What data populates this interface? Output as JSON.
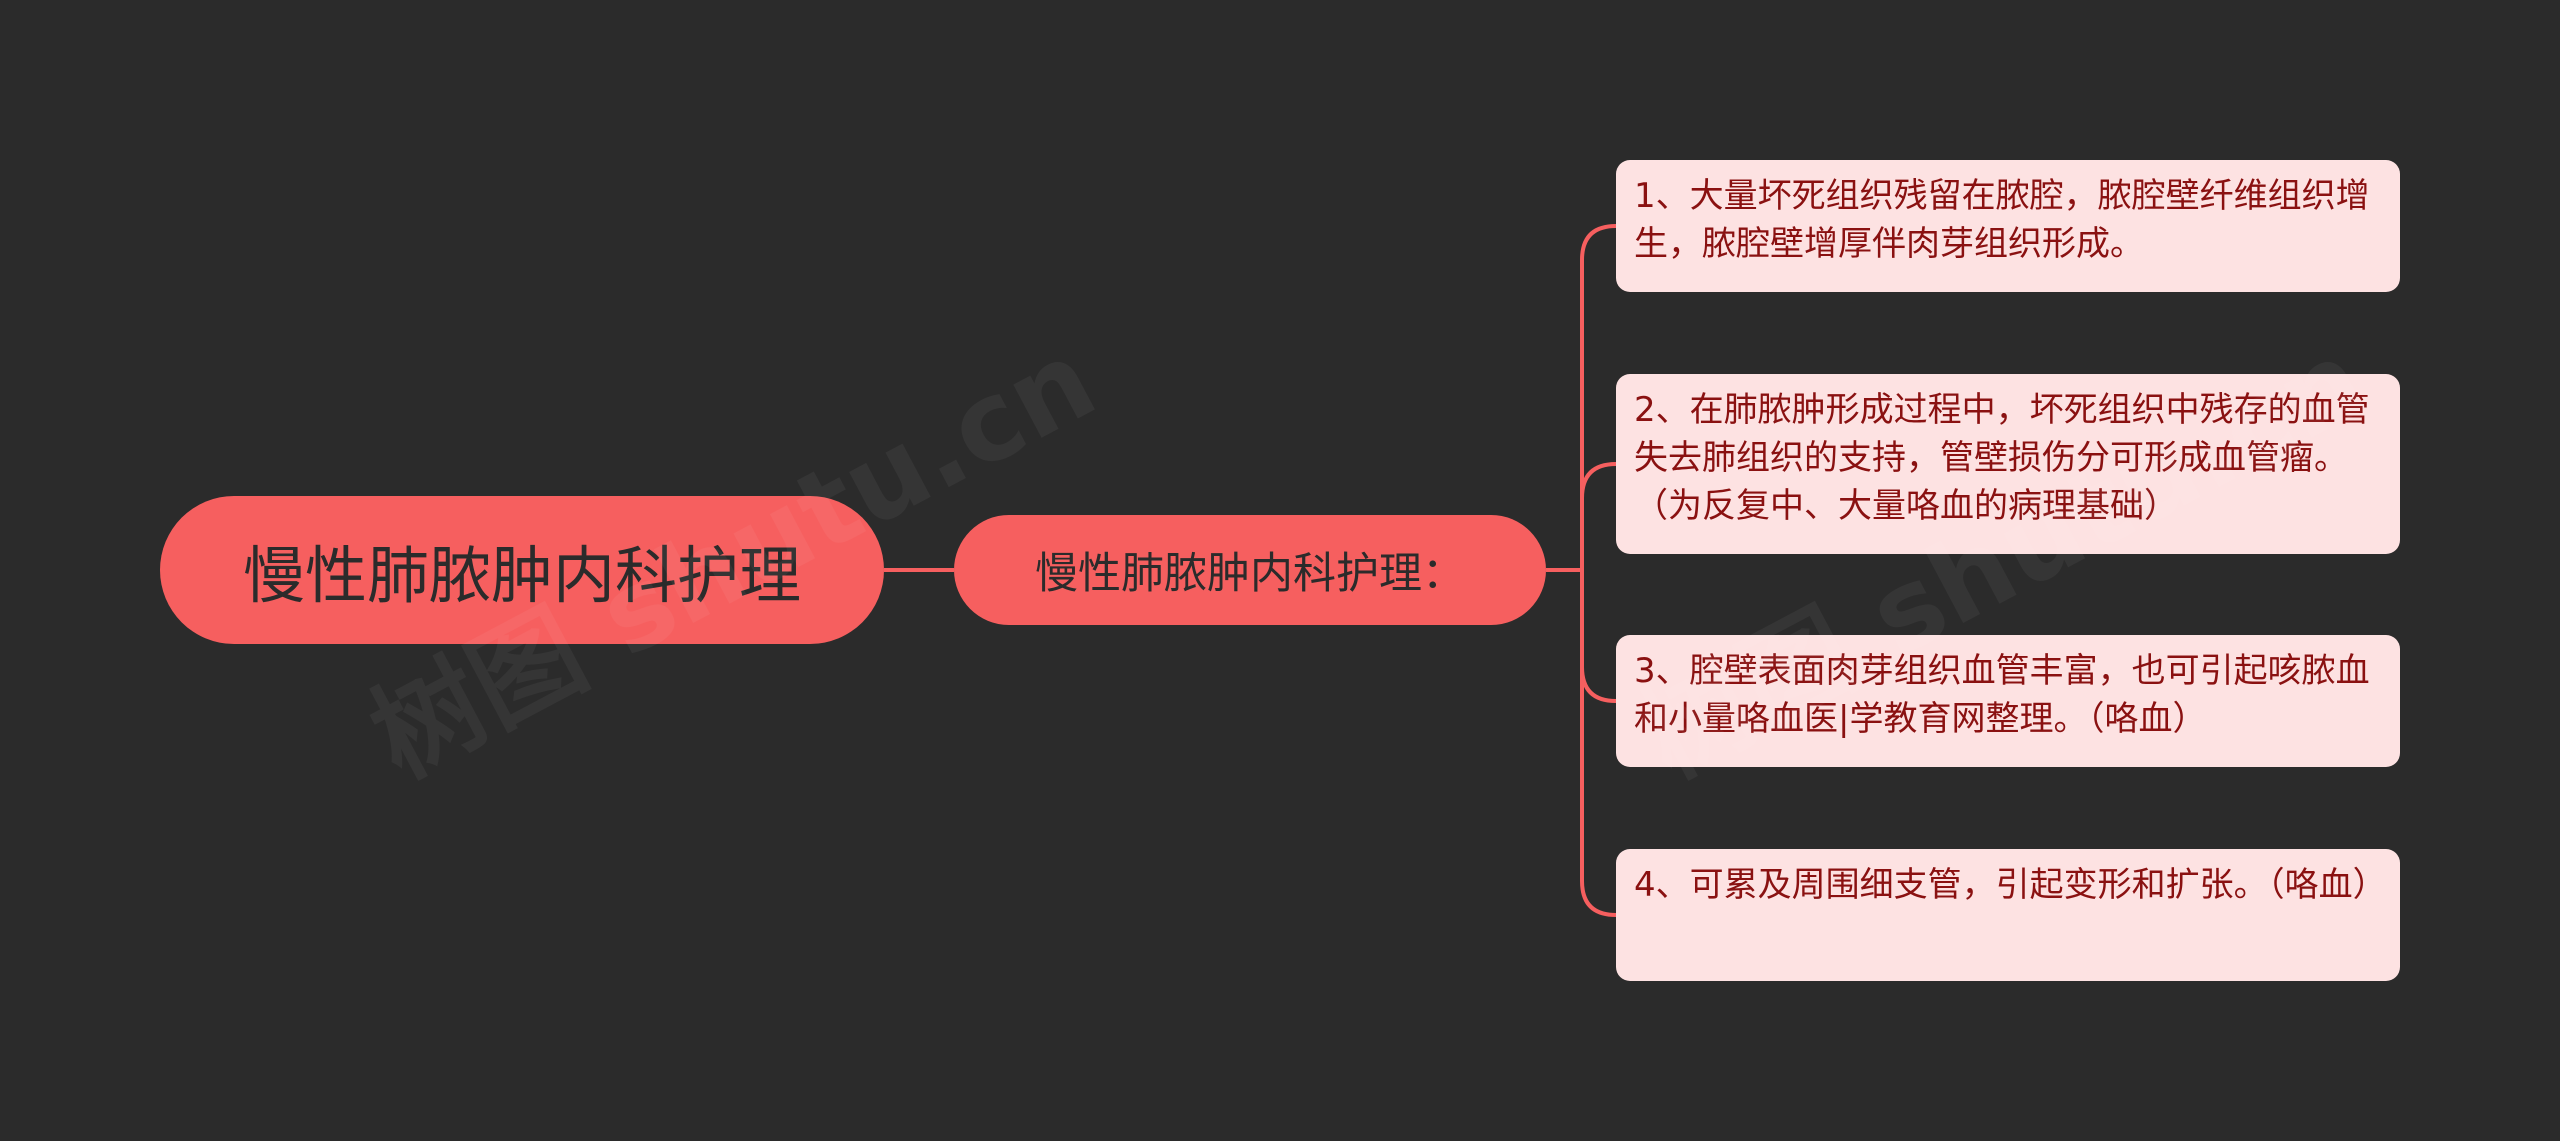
{
  "root": {
    "label": "慢性肺脓肿内科护理"
  },
  "branch": {
    "label": "慢性肺脓肿内科护理："
  },
  "leaves": [
    {
      "text": "1、大量坏死组织残留在脓腔，脓腔壁纤维组织增生，脓腔壁增厚伴肉芽组织形成。"
    },
    {
      "text": "2、在肺脓肿形成过程中，坏死组织中残存的血管失去肺组织的支持，管壁损伤分可形成血管瘤。（为反复中、大量咯血的病理基础）"
    },
    {
      "text": "3、腔壁表面肉芽组织血管丰富，也可引起咳脓血和小量咯血医|学教育网整理。（咯血）"
    },
    {
      "text": "4、可累及周围细支管，引起变形和扩张。（咯血）"
    }
  ],
  "watermarks": [
    {
      "text": "树图 shutu.cn"
    },
    {
      "text": "树图 shutu.cn"
    }
  ],
  "colors": {
    "background": "#2b2b2b",
    "node_fill": "#f65f5f",
    "leaf_fill": "#fde2e2",
    "leaf_text": "#8a1111",
    "connector": "#f65f5f"
  }
}
